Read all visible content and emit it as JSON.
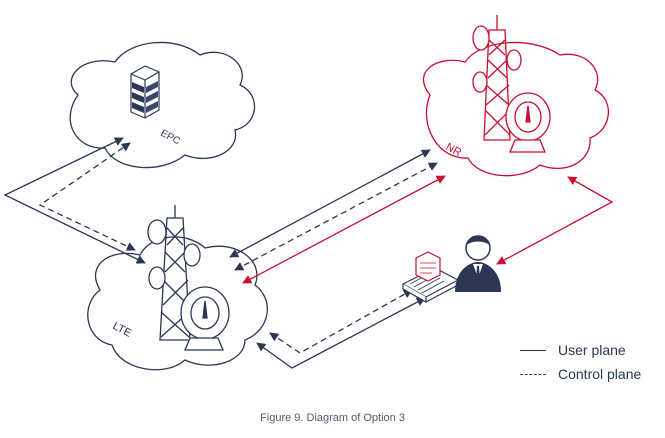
{
  "nodes": {
    "epc_label": "EPC",
    "nr_label": "NR",
    "lte_label": "LTE"
  },
  "legend": {
    "user_plane": "User plane",
    "control_plane": "Control plane"
  },
  "caption": "Figure 9. Diagram of Option 3",
  "colors": {
    "navy": "#2c3655",
    "red": "#c8102e"
  }
}
